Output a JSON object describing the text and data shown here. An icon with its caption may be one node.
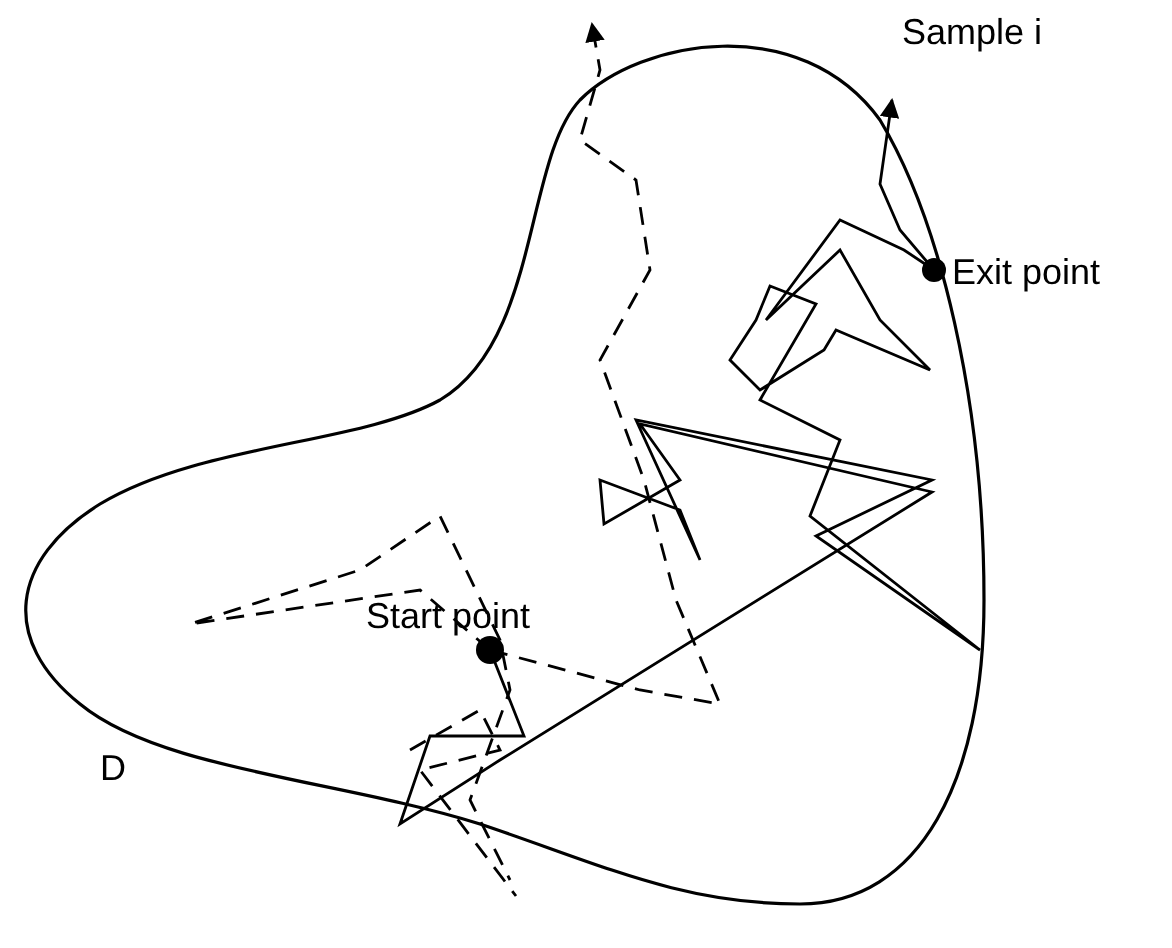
{
  "diagram": {
    "labels": [
      "Sample i",
      "Exit point",
      "Start point",
      "D"
    ]
  }
}
